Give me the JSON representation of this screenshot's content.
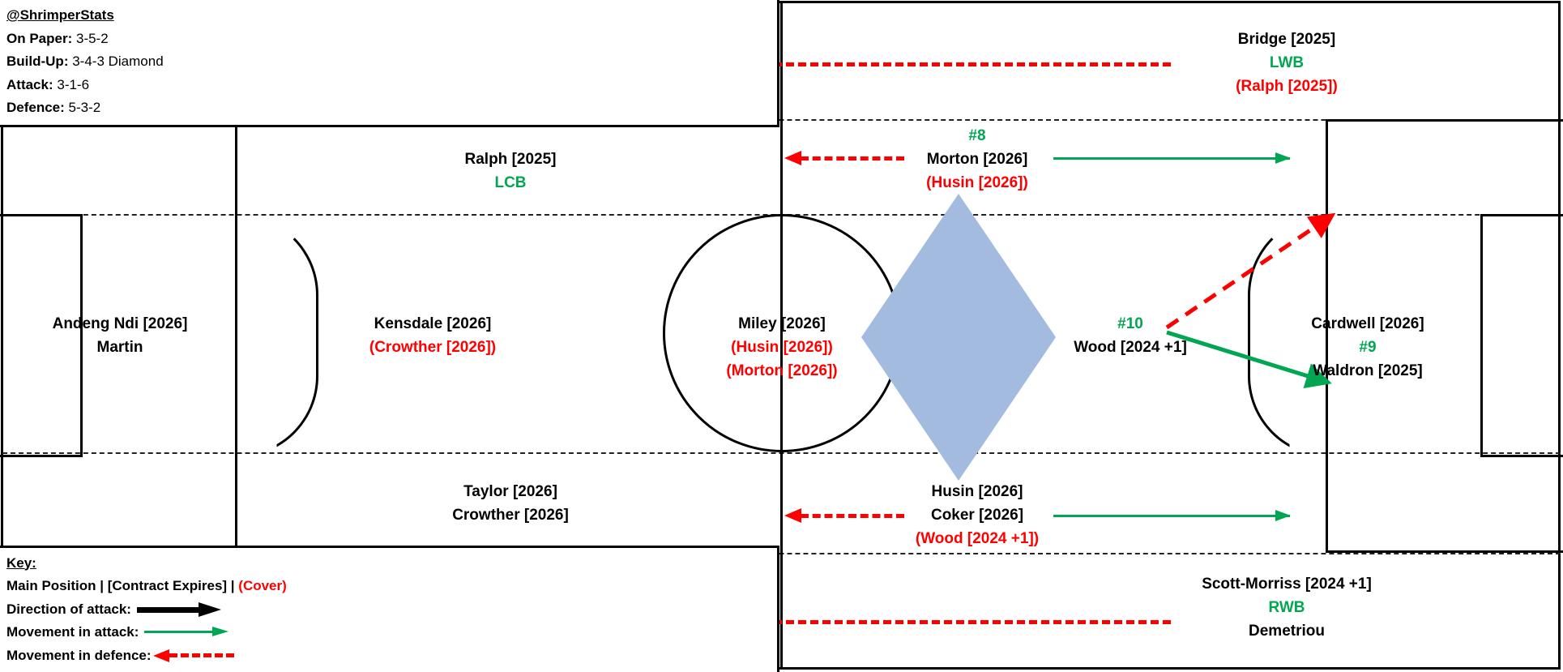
{
  "header": {
    "handle": "@ShrimperStats",
    "rows": [
      {
        "label": "On Paper:",
        "value": "3-5-2"
      },
      {
        "label": "Build-Up:",
        "value": "3-4-3 Diamond"
      },
      {
        "label": "Attack:",
        "value": "3-1-6"
      },
      {
        "label": "Defence:",
        "value": "5-3-2"
      }
    ]
  },
  "key": {
    "title": "Key:",
    "legend_line": {
      "main": "Main Position",
      "sep1": " | ",
      "contract": "[Contract Expires]",
      "sep2": " | ",
      "cover": "(Cover)"
    },
    "direction_of_attack": "Direction of attack:",
    "movement_in_attack": "Movement in attack:",
    "movement_in_defence": "Movement in defence:"
  },
  "colors": {
    "black": "#000000",
    "green": "#00a651",
    "red": "#ff0000",
    "diamond_fill": "#a3bbdf",
    "pitch_line": "#000000"
  },
  "players": {
    "goalkeeper": {
      "name": "goalkeeper",
      "lines": [
        {
          "text": "Andeng Ndi [2026]",
          "color": "black"
        },
        {
          "text": "Martin",
          "color": "black"
        }
      ]
    },
    "left_centre_back": {
      "name": "left-centre-back",
      "lines": [
        {
          "text": "Ralph [2025]",
          "color": "black"
        },
        {
          "text": "LCB",
          "color": "green"
        }
      ]
    },
    "centre_back": {
      "name": "centre-back",
      "lines": [
        {
          "text": "Kensdale [2026]",
          "color": "black"
        },
        {
          "text": "(Crowther [2026])",
          "color": "red"
        }
      ]
    },
    "right_centre_back": {
      "name": "right-centre-back",
      "lines": [
        {
          "text": "Taylor [2026]",
          "color": "black"
        },
        {
          "text": "Crowther [2026]",
          "color": "black"
        }
      ]
    },
    "left_wing_back": {
      "name": "left-wing-back",
      "lines": [
        {
          "text": "Bridge [2025]",
          "color": "black"
        },
        {
          "text": "LWB",
          "color": "green"
        },
        {
          "text": "(Ralph [2025])",
          "color": "red"
        }
      ]
    },
    "right_wing_back": {
      "name": "right-wing-back",
      "lines": [
        {
          "text": "Scott-Morriss [2024 +1]",
          "color": "black"
        },
        {
          "text": "RWB",
          "color": "green"
        },
        {
          "text": "Demetriou",
          "color": "black"
        }
      ]
    },
    "left_central_midfield": {
      "name": "left-central-midfield",
      "lines": [
        {
          "text": "#8",
          "color": "green"
        },
        {
          "text": "Morton [2026]",
          "color": "black"
        },
        {
          "text": "(Husin [2026])",
          "color": "red"
        }
      ]
    },
    "defensive_midfield": {
      "name": "defensive-midfield",
      "lines": [
        {
          "text": "Miley [2026]",
          "color": "black"
        },
        {
          "text": "(Husin [2026])",
          "color": "red"
        },
        {
          "text": "(Morton [2026])",
          "color": "red"
        }
      ]
    },
    "right_central_midfield": {
      "name": "right-central-midfield",
      "lines": [
        {
          "text": "Husin [2026]",
          "color": "black"
        },
        {
          "text": "Coker [2026]",
          "color": "black"
        },
        {
          "text": "(Wood [2024 +1])",
          "color": "red"
        }
      ]
    },
    "attacking_midfield": {
      "name": "attacking-midfield",
      "lines": [
        {
          "text": "#10",
          "color": "green"
        },
        {
          "text": "Wood [2024 +1]",
          "color": "black"
        }
      ]
    },
    "striker": {
      "name": "striker",
      "lines": [
        {
          "text": "Cardwell [2026]",
          "color": "black"
        },
        {
          "text": "#9",
          "color": "green"
        },
        {
          "text": "Waldron [2025]",
          "color": "black"
        }
      ]
    }
  }
}
